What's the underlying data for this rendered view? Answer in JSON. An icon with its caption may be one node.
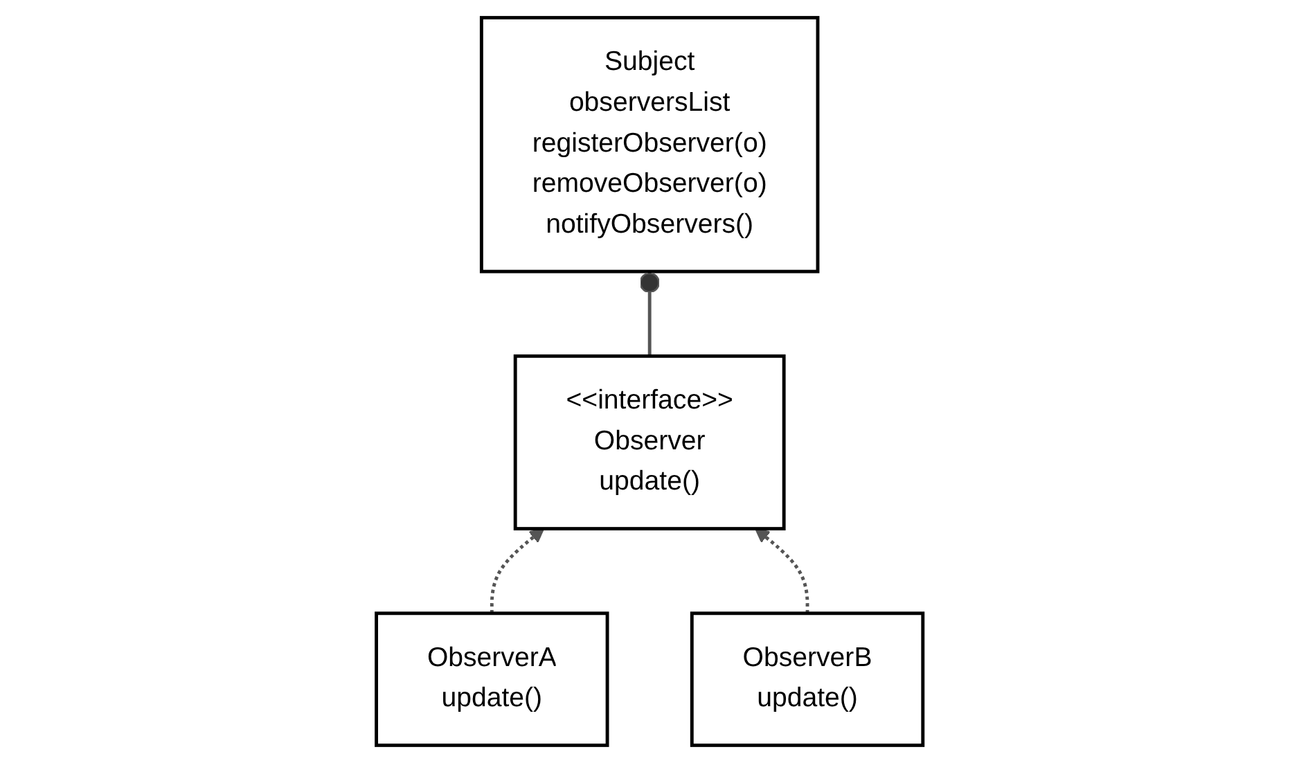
{
  "diagram": {
    "nodes": [
      {
        "text": [
          "<<interface>>",
          "Observer",
          "update()"
        ]
      },
      {
        "text": [
          "Subject",
          "observersList",
          "registerObserver(o)",
          "removeObserver(o)",
          "notifyObservers()"
        ]
      },
      {
        "text": [
          "ObserverA",
          "update()"
        ]
      },
      {
        "text": [
          "ObserverB",
          "update()"
        ]
      }
    ],
    "edges": [
      {
        "from": 0,
        "to": 1,
        "arrow": "other"
      },
      {
        "from": 2,
        "to": 0,
        "arrow": "to",
        "style": "dashed"
      },
      {
        "from": 3,
        "to": 0,
        "arrow": "to",
        "style": "dashed"
      }
    ]
  }
}
